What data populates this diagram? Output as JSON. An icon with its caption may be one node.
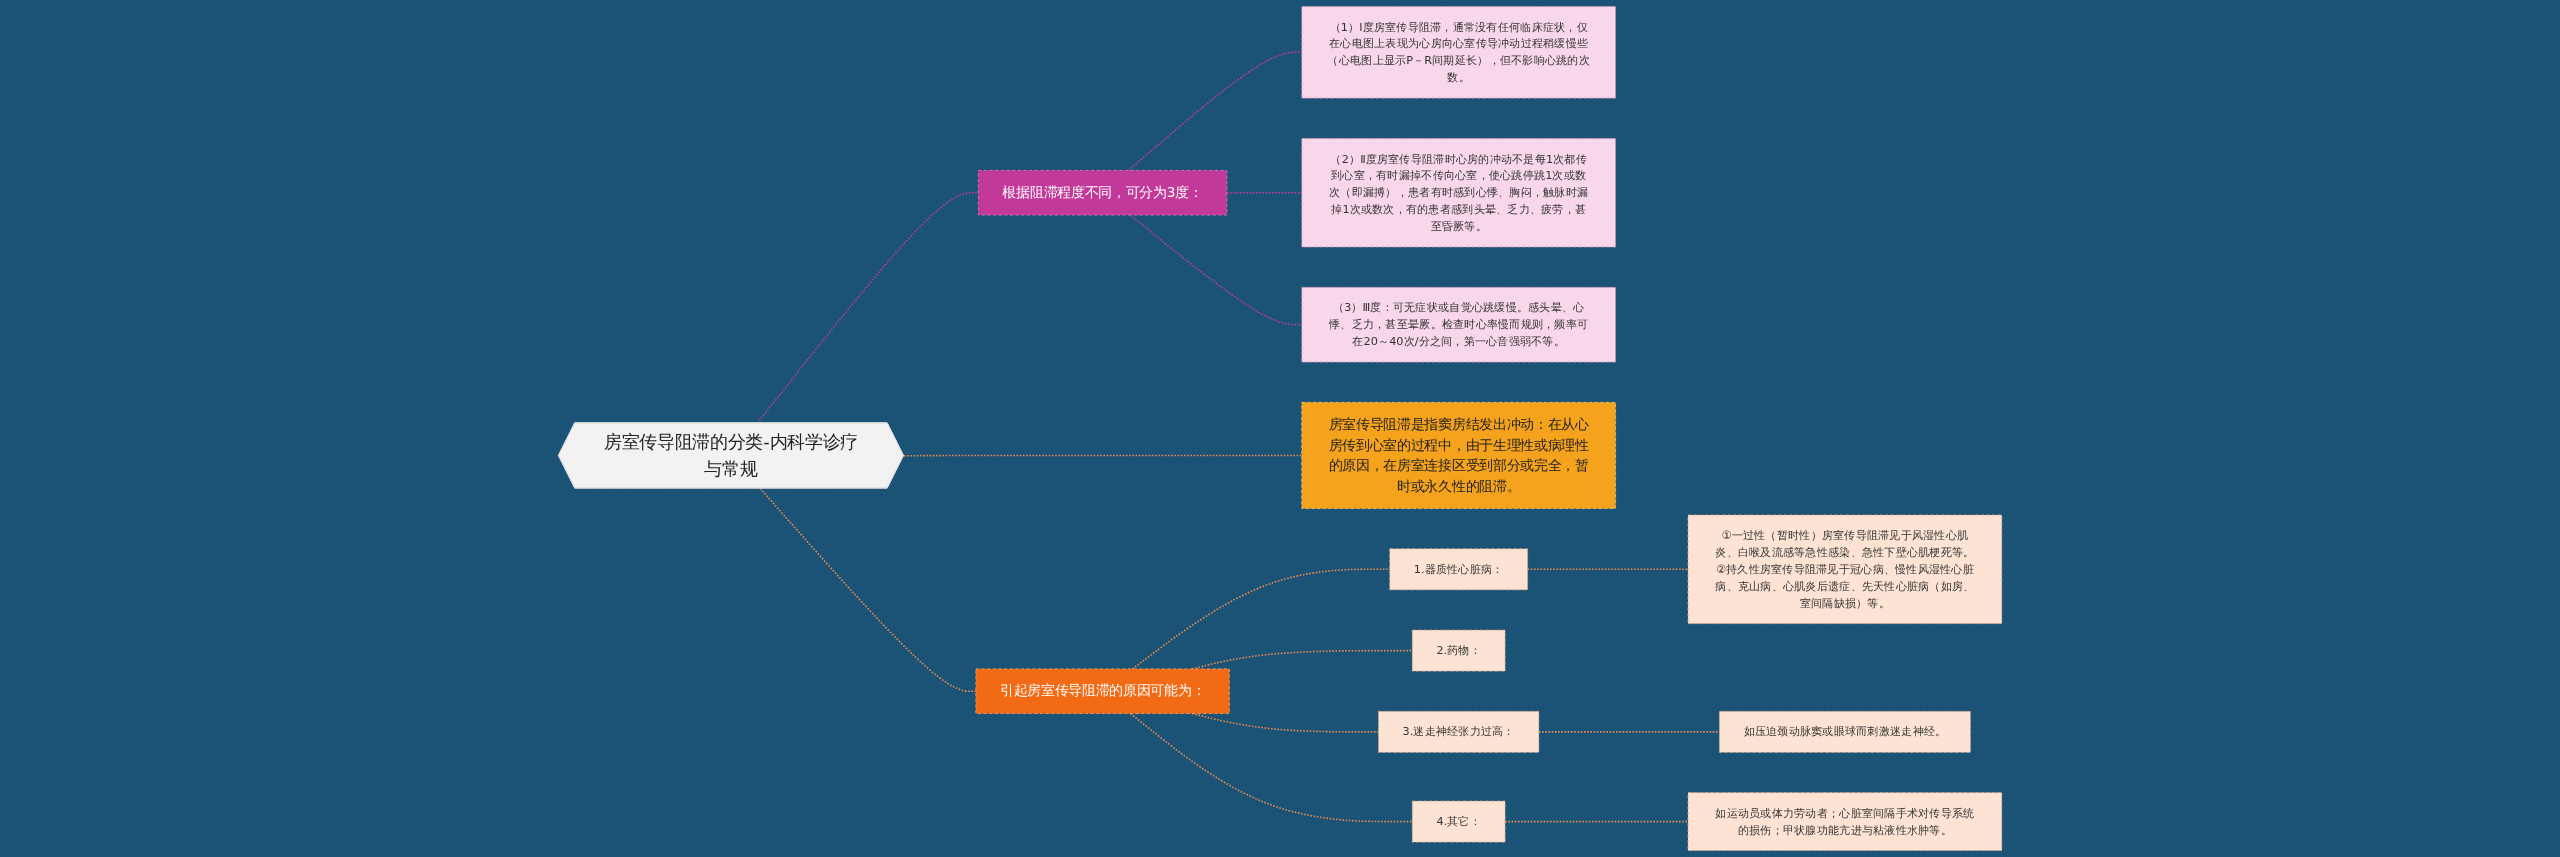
{
  "diagram": {
    "nodes": [
      {
        "text": [
          "房室传导阻滞的分类-内科学诊疗与常规"
        ]
      },
      {
        "text": [
          "根据阻滞程度不同，可分为3度："
        ]
      },
      {
        "text": [
          "（1）I度房室传导阻滞，通常没有任何临床症状，仅在心电图上表现为心房向心室传导冲动过程稍缓慢些（心电图上显示P－R间期延长），但不影响心跳的次数。"
        ]
      },
      {
        "text": [
          "（2）Ⅱ度房室传导阻滞时心房的冲动不是每1次都传到心室，有时漏掉不传向心室，使心跳停跳1次或数次（即漏搏），患者有时感到心悸、胸闷，触脉时漏掉1次或数次，有的患者感到头晕、乏力、疲劳，甚至昏厥等。"
        ]
      },
      {
        "text": [
          "（3）Ⅲ度：可无症状或自觉心跳缓慢。感头晕、心悸、乏力，甚至晕厥。检查时心率慢而规则，频率可在20～40次/分之间，第一心音强弱不等。"
        ]
      },
      {
        "text": [
          "房室传导阻滞是指窦房结发出冲动：在从心房传到心室的过程中，由于生理性或病理性的原因，在房室连接区受到部分或完全，暂时或永久性的阻滞。"
        ]
      },
      {
        "text": [
          "引起房室传导阻滞的原因可能为："
        ]
      },
      {
        "text": [
          "1.器质性心脏病："
        ]
      },
      {
        "text": [
          "①一过性（暂时性）房室传导阻滞见于风湿性心肌炎、白喉及流感等急性感染、急性下壁心肌梗死等。②持久性房室传导阻滞见于冠心病、慢性风湿性心脏病、克山病、心肌炎后遗症、先天性心脏病（如房、室间隔缺损）等。"
        ]
      },
      {
        "text": [
          "2.药物："
        ]
      },
      {
        "text": [
          "3.迷走神经张力过高："
        ]
      },
      {
        "text": [
          "如压迫颈动脉窦或眼球而刺激迷走神经。"
        ]
      },
      {
        "text": [
          "4.其它："
        ]
      },
      {
        "text": [
          "如运动员或体力劳动者；心脏室间隔手术对传导系统的损伤；甲状腺功能亢进与粘液性水肿等。"
        ]
      }
    ],
    "edges": [
      {
        "from": 0,
        "to": 1,
        "arrow": "none",
        "style": "dashed",
        "color": "#c2399a"
      },
      {
        "from": 1,
        "to": 2,
        "arrow": "none",
        "style": "dashed",
        "color": "#c2399a"
      },
      {
        "from": 1,
        "to": 3,
        "arrow": "none",
        "style": "dashed",
        "color": "#c2399a"
      },
      {
        "from": 1,
        "to": 4,
        "arrow": "none",
        "style": "dashed",
        "color": "#c2399a"
      },
      {
        "from": 0,
        "to": 5,
        "arrow": "none",
        "style": "dashed"
      },
      {
        "from": 0,
        "to": 6,
        "arrow": "none",
        "style": "dashed"
      },
      {
        "from": 6,
        "to": 7,
        "arrow": "none",
        "style": "dashed"
      },
      {
        "from": 7,
        "to": 8,
        "arrow": "none",
        "style": "dashed"
      },
      {
        "from": 6,
        "to": 9,
        "arrow": "none",
        "style": "dashed"
      },
      {
        "from": 6,
        "to": 10,
        "arrow": "none",
        "style": "dashed"
      },
      {
        "from": 10,
        "to": 11,
        "arrow": "none",
        "style": "dashed"
      },
      {
        "from": 6,
        "to": 12,
        "arrow": "none",
        "style": "dashed"
      },
      {
        "from": 12,
        "to": 13,
        "arrow": "none",
        "style": "dashed"
      }
    ]
  }
}
